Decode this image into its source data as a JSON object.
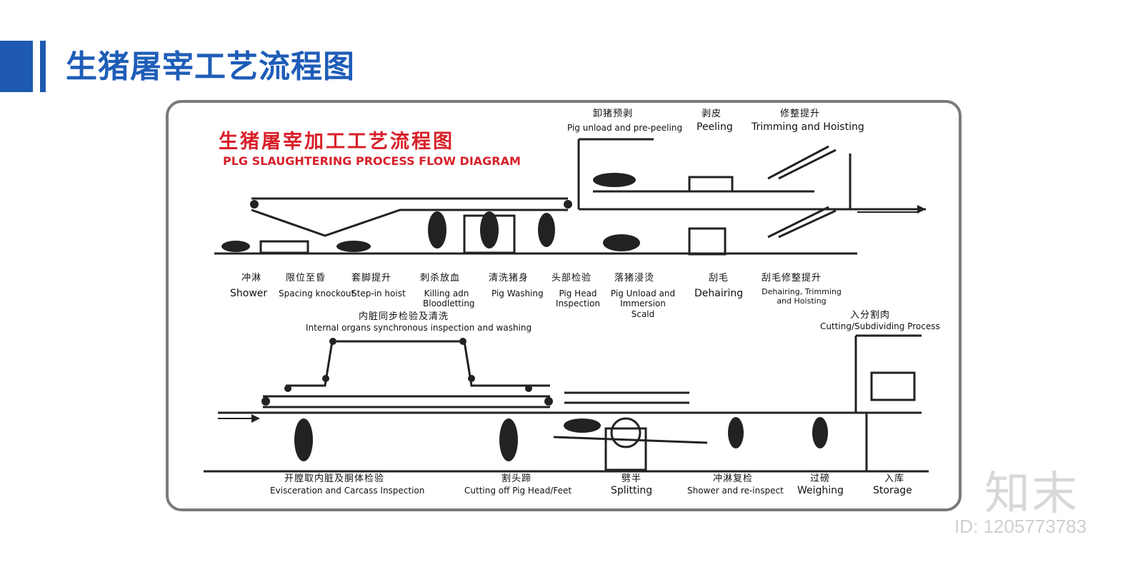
{
  "page": {
    "title": "生猪屠宰工艺流程图",
    "brand_color": "#1e5bb0",
    "accent_red": "#d8202a"
  },
  "diagram": {
    "title_zh": "生猪屠宰加工工艺流程图",
    "title_en": "PLG SLAUGHTERING PROCESS FLOW DIAGRAM",
    "top_steps": [
      {
        "zh": "卸猪预剥",
        "en": "Pig unload and pre-peeling"
      },
      {
        "zh": "剥皮",
        "en": "Peeling"
      },
      {
        "zh": "修整提升",
        "en": "Trimming and Hoisting"
      }
    ],
    "row1_steps": [
      {
        "zh": "冲淋",
        "en": "Shower"
      },
      {
        "zh": "限位至昏",
        "en": "Spacing knockout"
      },
      {
        "zh": "套脚提升",
        "en": "Step-in hoist"
      },
      {
        "zh": "刺杀放血",
        "en": "Killing adn Bloodletting"
      },
      {
        "zh": "清洗猪身",
        "en": "Pig Washing"
      },
      {
        "zh": "头部检验",
        "en": "Pig Head Inspection"
      },
      {
        "zh": "落猪浸烫",
        "en": "Pig Unload and Immersion Scald"
      },
      {
        "zh": "刮毛",
        "en": "Dehairing"
      },
      {
        "zh": "刮毛修整提升",
        "en": "Dehairing, Trimming and Hoisting"
      }
    ],
    "inspection": {
      "zh": "内脏同步检验及清洗",
      "en": "Internal organs synchronous inspection and washing"
    },
    "cutting": {
      "zh": "入分割肉",
      "en": "Cutting/Subdividing Process"
    },
    "row2_steps": [
      {
        "zh": "开膛取内脏及胴体检验",
        "en": "Evisceration and Carcass Inspection"
      },
      {
        "zh": "割头蹄",
        "en": "Cutting off Pig Head/Feet"
      },
      {
        "zh": "劈半",
        "en": "Splitting"
      },
      {
        "zh": "冲淋复检",
        "en": "Shower and re-inspect"
      },
      {
        "zh": "过磅",
        "en": "Weighing"
      },
      {
        "zh": "入库",
        "en": "Storage"
      }
    ]
  },
  "watermark": {
    "logo": "知末",
    "id": "ID: 1205773783"
  }
}
